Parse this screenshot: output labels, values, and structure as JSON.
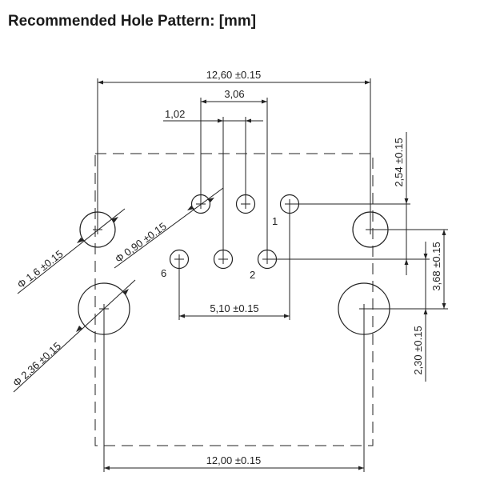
{
  "title": "Recommended Hole Pattern: [mm]",
  "dimensions": {
    "overall_top": "12,60 ±0.15",
    "pin_span_small": "3,06",
    "pin_pitch": "1,02",
    "pin_span_bottom": "5,10 ±0.15",
    "overall_bottom": "12,00 ±0.15",
    "row_offset": "2,54 ±0.15",
    "mount_vertical": "3,68 ±0.15",
    "mount_offset": "2,30 ±0.15",
    "pin_diameter": "Φ 0,90 ±0.15",
    "small_mount_diameter": "Φ 1,6 ±0.15",
    "large_mount_diameter": "Φ 2,36 ±0.15"
  },
  "pin_labels": {
    "pin1": "1",
    "pin2": "2",
    "pin6": "6"
  }
}
